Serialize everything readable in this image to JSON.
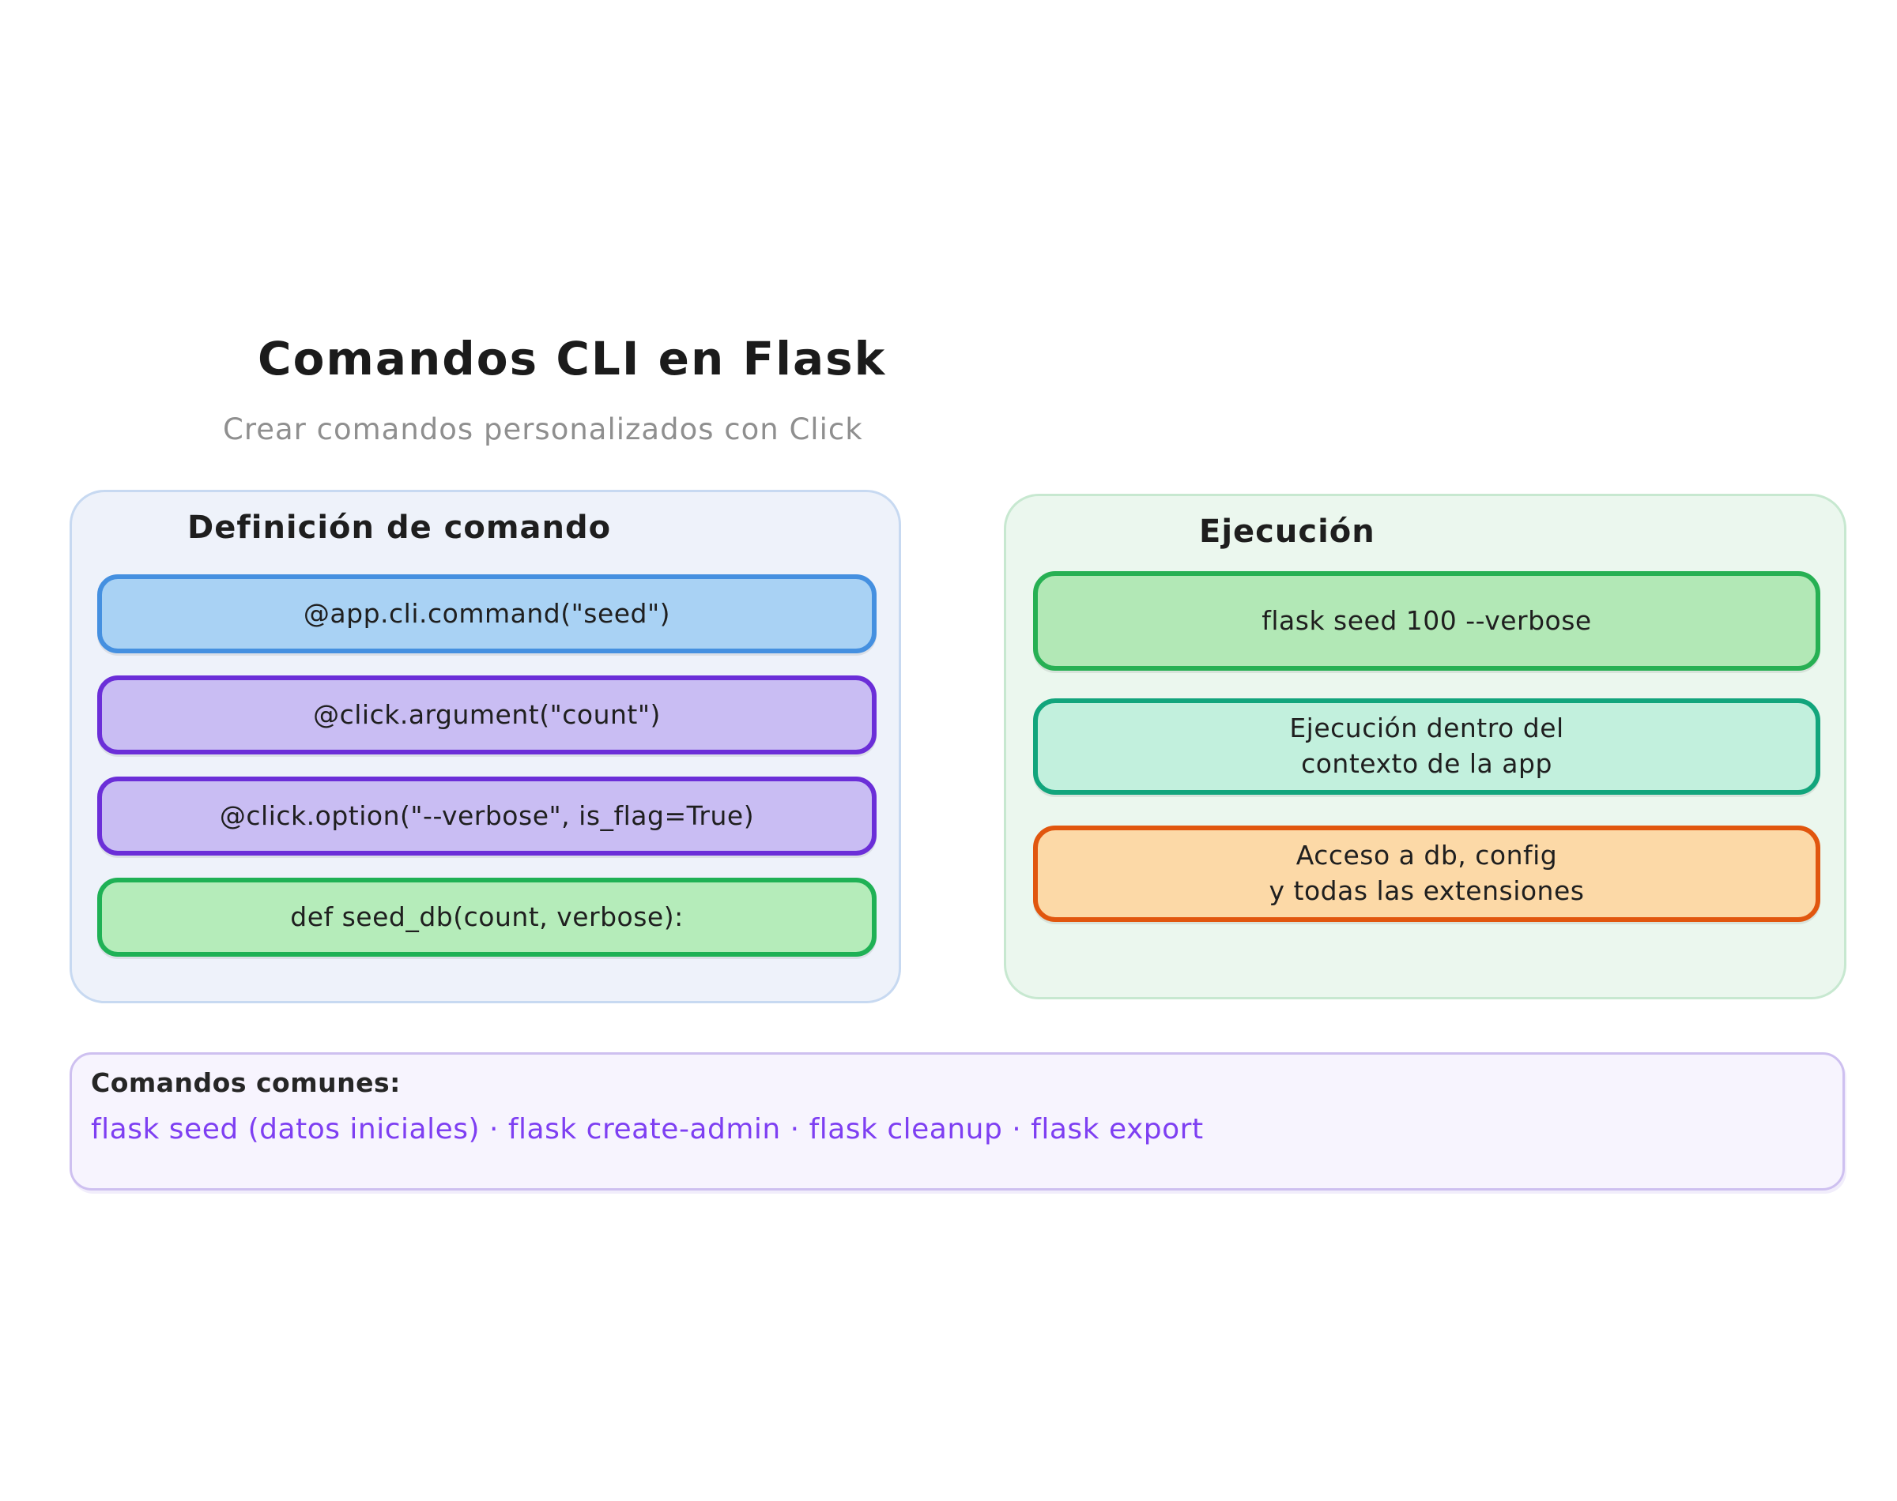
{
  "title": "Comandos CLI en Flask",
  "subtitle": "Crear comandos personalizados con Click",
  "colors": {
    "title_text": "#1b1b1b",
    "subtitle_text": "#8f8f8f",
    "left_panel_bg": "#eef2fa",
    "left_panel_border": "#c7d9f1",
    "right_panel_bg": "#ebf7ee",
    "right_panel_border": "#c7e8d0",
    "footer_bg": "#f7f4fe",
    "footer_border": "#cec0f0",
    "footer_commands_text": "#7e3ff2"
  },
  "left_panel": {
    "header": "Definición de comando",
    "boxes": [
      {
        "label": "@app.cli.command(\"seed\")",
        "fill": "#a9d2f4",
        "border": "#4590e0"
      },
      {
        "label": "@click.argument(\"count\")",
        "fill": "#c9bdf3",
        "border": "#6b2ed8"
      },
      {
        "label": "@click.option(\"--verbose\", is_flag=True)",
        "fill": "#c9bdf3",
        "border": "#6b2ed8"
      },
      {
        "label": "def seed_db(count, verbose):",
        "fill": "#b5ecba",
        "border": "#1fb155"
      }
    ]
  },
  "right_panel": {
    "header": "Ejecución",
    "boxes": [
      {
        "label": "flask seed 100 --verbose",
        "fill": "#b2e8b6",
        "border": "#27b053"
      },
      {
        "label": "Ejecución dentro del\ncontexto de la app",
        "fill": "#c2f0dd",
        "border": "#12a57c"
      },
      {
        "label": "Acceso a db, config\ny todas las extensiones",
        "fill": "#fcd9a7",
        "border": "#e1560e"
      }
    ]
  },
  "footer": {
    "label": "Comandos comunes:",
    "commands": "flask seed (datos iniciales) · flask create-admin · flask cleanup · flask export"
  }
}
